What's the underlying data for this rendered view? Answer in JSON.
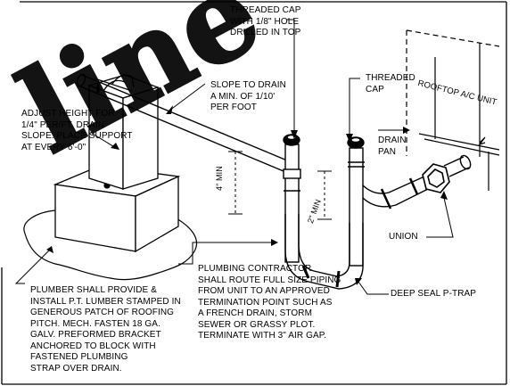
{
  "labels": {
    "threaded_cap_top": [
      "THREADED CAP",
      "WITH 1/8\" HOLE",
      "DRILLED IN TOP"
    ],
    "threaded_cap_right": [
      "THREADED",
      "CAP"
    ],
    "rooftop_unit": "ROOFTOP A/C UNIT",
    "slope": [
      "SLOPE TO DRAIN",
      "A MIN. OF 1/10'",
      "PER FOOT"
    ],
    "drain_pan": [
      "DRAIN",
      "PAN"
    ],
    "adjust_height": [
      "ADJUST HEIGHT FOR",
      "1/4\" PER/FT. DRAIN",
      "SLOPE. PLACE SUPPORT",
      "AT EVERY 6'-0\""
    ],
    "four_min": "4\" MIN",
    "two_min": "2\" MIN",
    "union": "UNION",
    "plumbing_contractor": [
      "PLUMBING CONTRACTOR",
      "SHALL ROUTE FULL SIZE PIPING",
      "FROM UNIT TO AN APPROVED",
      "TERMINATION POINT SUCH AS",
      "A FRENCH DRAIN, STORM",
      "SEWER OR GRASSY PLOT.",
      "TERMINATE WITH 3\" AIR GAP."
    ],
    "deep_seal": "DEEP SEAL P-TRAP",
    "plumber": [
      "PLUMBER SHALL PROVIDE &",
      "INSTALL P.T. LUMBER STAMPED IN",
      "GENEROUS PATCH OF  ROOFING",
      "PITCH.  MECH. FASTEN 18 GA.",
      "GALV. PREFORMED BRACKET",
      "ANCHORED TO BLOCK WITH",
      "FASTENED PLUMBING",
      "STRAP OVER DRAIN."
    ]
  },
  "watermark": "line",
  "colors": {
    "ink": "#000000",
    "paper": "#ffffff"
  }
}
